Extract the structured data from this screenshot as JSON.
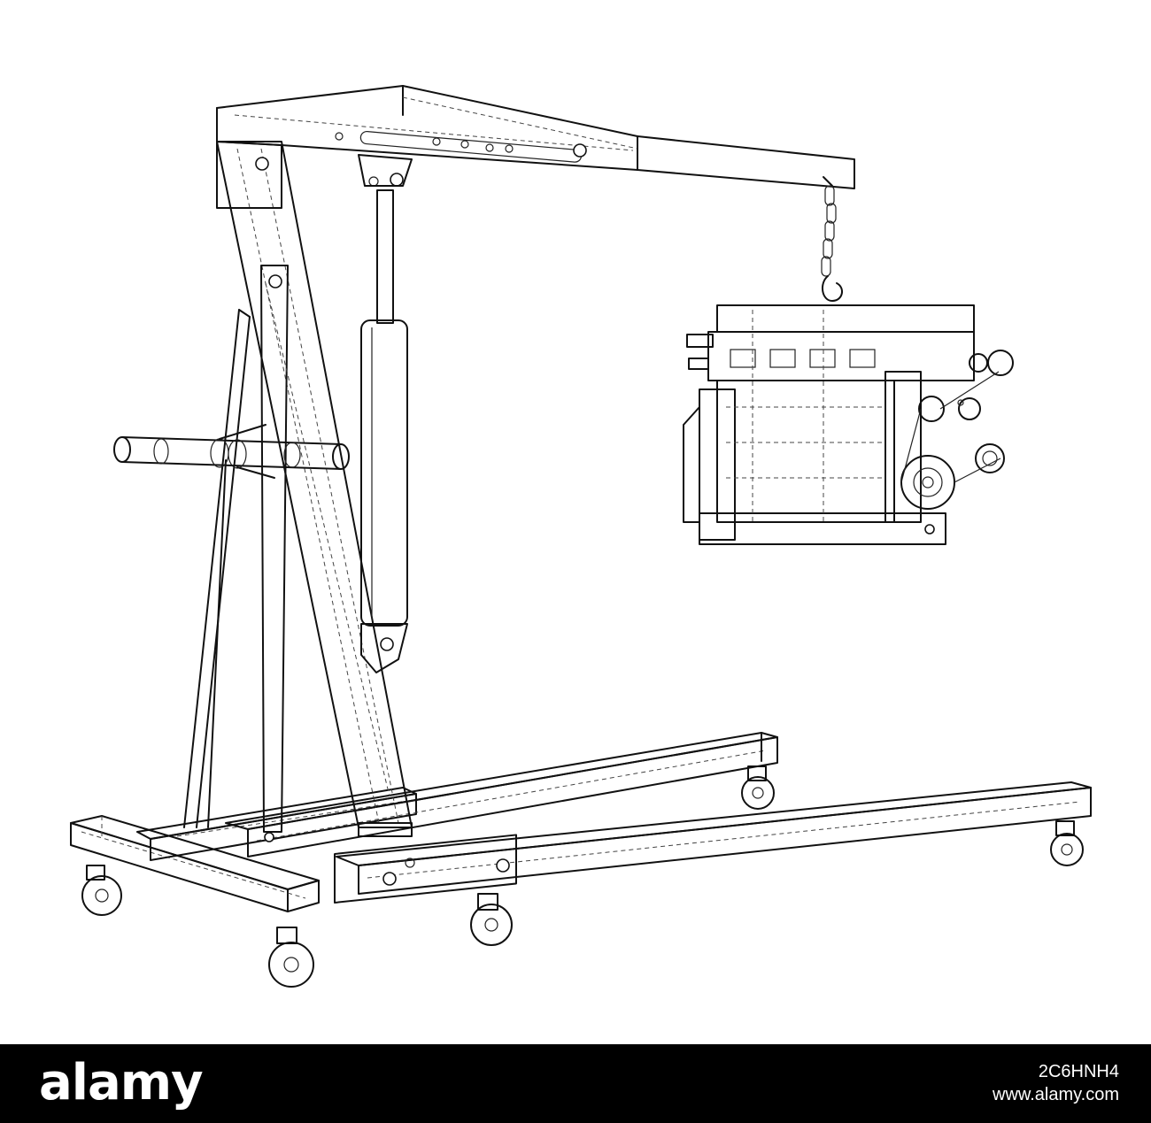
{
  "image": {
    "subject_icon": "engine-hoist-wireframe",
    "line_color": "#111111",
    "background_color": "#ffffff"
  },
  "footer": {
    "brand": "alamy",
    "stock_id": "2C6HNH4",
    "url": "www.alamy.com",
    "background_color": "#000000",
    "text_color": "#ffffff"
  }
}
